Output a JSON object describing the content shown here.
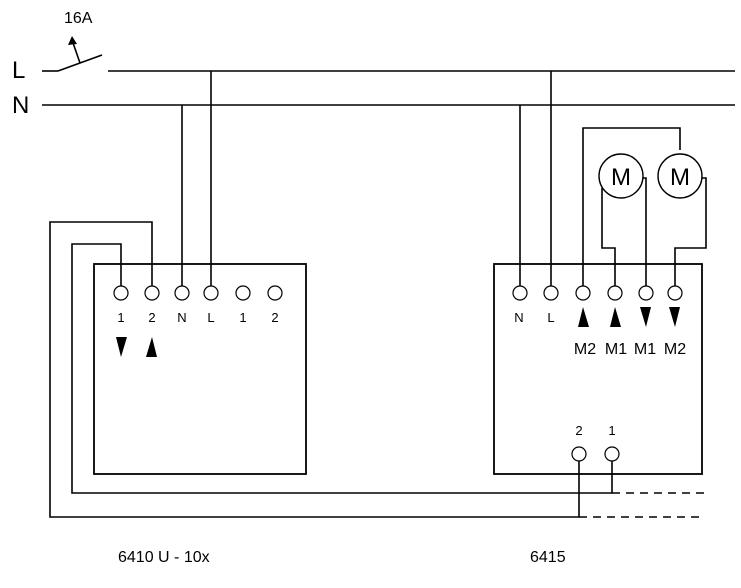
{
  "lines": {
    "L": "L",
    "N": "N",
    "fuse": "16A"
  },
  "device_left": {
    "name": "6410 U - 10x",
    "terminals": [
      "1",
      "2",
      "N",
      "L",
      "1",
      "2"
    ]
  },
  "device_right": {
    "name": "6415",
    "terminals": [
      "N",
      "L"
    ],
    "motor_outputs": [
      "M2",
      "M1",
      "M1",
      "M2"
    ],
    "inputs": [
      "2",
      "1"
    ]
  },
  "motors": [
    "M",
    "M"
  ]
}
